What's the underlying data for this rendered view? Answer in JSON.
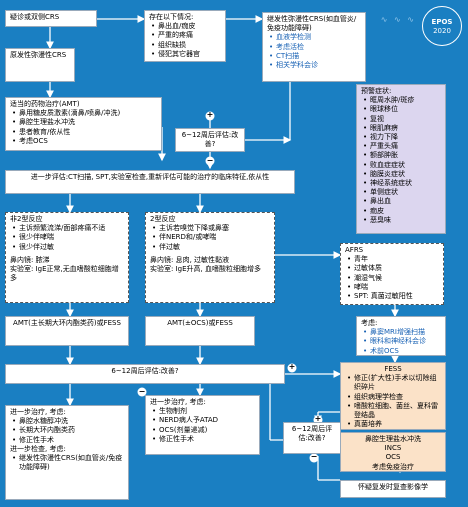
{
  "logo": {
    "line1": "EPOS",
    "line2": "2020"
  },
  "boxes": {
    "top_suspect": "疑诊或双侧CRS",
    "top_present": "存在以下情况:",
    "top_present_items": [
      "鼻出血/痂皮",
      "严重的疼痛",
      "组织缺损",
      "侵犯其它器官"
    ],
    "secondary": "继发性弥漫性CRS(如血管炎/免疫功能障碍)",
    "secondary_items": [
      "血液学检测",
      "考虑活检",
      "CT扫描",
      "相关学科会诊"
    ],
    "primary": "原发性弥漫性CRS",
    "amt_title": "适当的药物治疗(AMT)",
    "amt_items": [
      "鼻用糖皮质激素(滴鼻/喷鼻/冲洗)",
      "鼻腔生理盐水冲洗",
      "患者教育/依从性",
      "考虑OCS"
    ],
    "eval1": "6~12周后评估:改善?",
    "warning_title": "预警症状:",
    "warning_items": [
      "眶周水肿/斑疹",
      "眼球移位",
      "复视",
      "眼肌麻痹",
      "视力下降",
      "严重头痛",
      "额部肿胀",
      "败血症症状",
      "脑膜炎症状",
      "神经系统症状",
      "单侧症状",
      "鼻出血",
      "痂皮",
      "恶臭味"
    ],
    "further_eval": "进一步评估:CT扫描, SPT,实验室检查,重新评估可能的治疗的临床特征,依从性",
    "non_type2_title": "非2型反应",
    "non_type2_items": [
      "主诉频繁流涕/面部疼痛不适",
      "很少伴哮喘",
      "很少伴过敏"
    ],
    "non_type2_endoscopy": "鼻内镜: 脓涕",
    "non_type2_lab": "实验室: IgE正常,无血嗜酸粒细胞增多",
    "type2_title": "2型反应",
    "type2_items": [
      "主诉若嗅觉下降或鼻塞",
      "伴NERD和/或哮喘",
      "伴过敏"
    ],
    "type2_endoscopy": "鼻内镜: 息肉, 过敏性黏液",
    "type2_lab": "实验室: IgE升高, 血嗜酸粒细胞增多",
    "afrs_title": "AFRS",
    "afrs_items": [
      "青年",
      "过敏体质",
      "潮湿气候",
      "哮喘",
      "SPT: 真菌过敏阳性"
    ],
    "consider_title": "考虑:",
    "consider_items": [
      "鼻窦MRI增强扫描",
      "眼科和神经科会诊",
      "术前OCS"
    ],
    "amt_non": "AMT(主长期大环内酯类药)或FESS",
    "amt_t2": "AMT(±OCS)或FESS",
    "eval2": "6~12周后评估:改善?",
    "fess_title": "FESS",
    "fess_items": [
      "修正(扩大性)手术以切除组织碎片",
      "组织病理学检查",
      "嗜酸粒细胞、菌丝、夏科雷登结晶",
      "真菌培养"
    ],
    "left_further_title": "进一步治疗, 考虑:",
    "left_further_items": [
      "鼻腔水糖醇冲洗",
      "长期大环内酯类药",
      "修正性手术"
    ],
    "left_further_extra": "进一步检查, 考虑:",
    "left_further_extra_items": [
      "继发性弥漫性CRS(如血管炎/免疫功能障碍)"
    ],
    "mid_further_title": "进一步治疗, 考虑:",
    "mid_further_items": [
      "生物制剂",
      "NERD病人予ATAD",
      "OCS(剂量递减)",
      "修正性手术"
    ],
    "post_title": "鼻腔生理盐水冲洗",
    "post_items": [
      "INCS",
      "OCS",
      "考虑免疫治疗"
    ],
    "eval3": "6~12周后评估:改善?",
    "followup": "怀疑复发时复查影像学"
  },
  "signs": {
    "plus": "+",
    "minus": "−"
  }
}
